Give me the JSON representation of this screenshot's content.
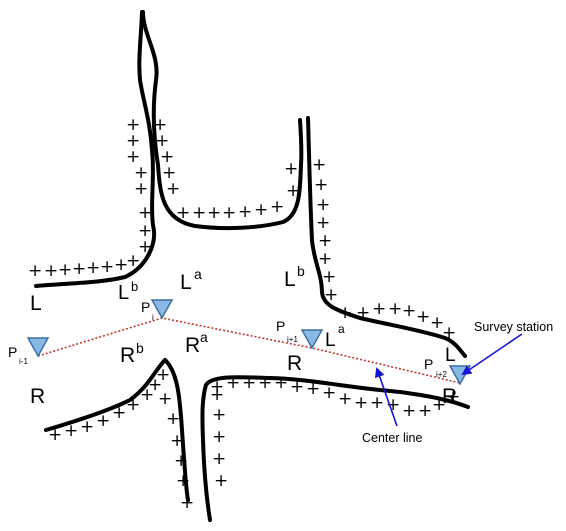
{
  "labels": {
    "L_left": "L",
    "Lb_left": "L",
    "Lb_left_sup": "b",
    "La_center": "L",
    "La_center_sup": "a",
    "Lb_right": "L",
    "Lb_right_sup": "b",
    "La_right": "L",
    "La_right_sup": "a",
    "L_far": "L",
    "R_left": "R",
    "Rb": "R",
    "Rb_sup": "b",
    "Ra": "R",
    "Ra_sup": "a",
    "R_mid": "R",
    "R_far": "R"
  },
  "stations": [
    {
      "name": "P",
      "sub": "i-1"
    },
    {
      "name": "P",
      "sub": "i"
    },
    {
      "name": "P",
      "sub": "i+1"
    },
    {
      "name": "P",
      "sub": "i+2"
    }
  ],
  "annotations": {
    "survey_station": "Survey station",
    "center_line": "Center line"
  },
  "colors": {
    "station_fill": "#87b8e6",
    "station_stroke": "#3d6f9f",
    "center_line": "#c0392b",
    "arrow": "#1515d6",
    "road_edge": "#000000"
  }
}
